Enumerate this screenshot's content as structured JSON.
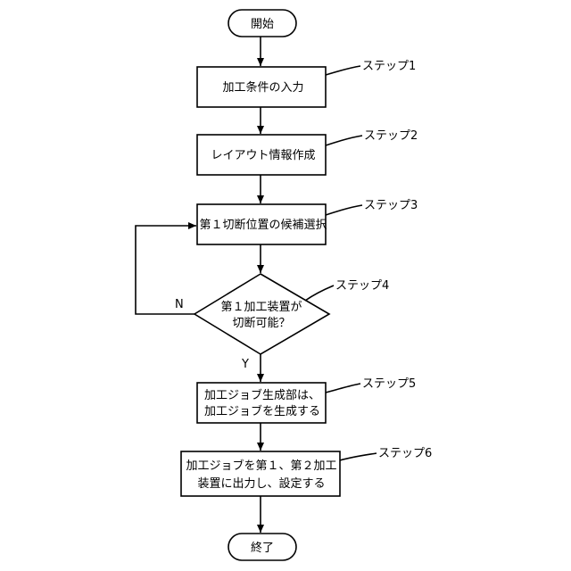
{
  "flowchart": {
    "start": "開始",
    "end": "終了",
    "nodes": [
      {
        "lines": [
          "加工条件の入力"
        ],
        "step": "ステップ1"
      },
      {
        "lines": [
          "レイアウト情報作成"
        ],
        "step": "ステップ2"
      },
      {
        "lines": [
          "第１切断位置の候補選択"
        ],
        "step": "ステップ3"
      },
      {
        "lines": [
          "第１加工装置が",
          "切断可能？"
        ],
        "step": "ステップ4"
      },
      {
        "lines": [
          "加工ジョブ生成部は、",
          "加工ジョブを生成する"
        ],
        "step": "ステップ5"
      },
      {
        "lines": [
          "加工ジョブを第１、第２加工",
          "装置に出力し、設定する"
        ],
        "step": "ステップ6"
      }
    ],
    "branch_no": "N",
    "branch_yes": "Y"
  }
}
